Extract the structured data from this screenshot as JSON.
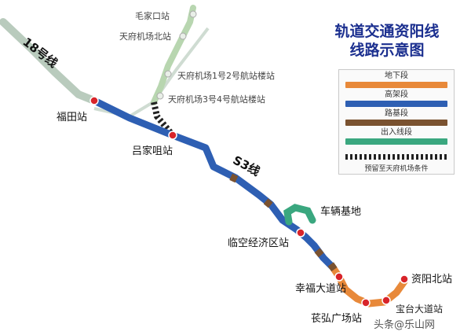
{
  "title": {
    "line1": "轨道交通资阳线",
    "line2": "线路示意图"
  },
  "legend": {
    "items": [
      {
        "label": "地下段",
        "color": "#e8893a"
      },
      {
        "label": "高架段",
        "color": "#2e5fb3"
      },
      {
        "label": "路基段",
        "color": "#7a5230"
      },
      {
        "label": "出入线段",
        "color": "#3aa77f"
      }
    ],
    "dashed_label": "预留至天府机场条件"
  },
  "lines": {
    "line18": "18号线",
    "lineS3": "S3线"
  },
  "stations": {
    "maojiakou": "毛家口站",
    "airport_north": "天府机场北站",
    "airport_t12": "天府机场1号2号航站楼站",
    "airport_t34": "天府机场3号4号航站楼站",
    "futian": "福田站",
    "lvjiaju": "吕家咀站",
    "depot": "车辆基地",
    "linkong": "临空经济区站",
    "xingfu": "幸福大道站",
    "chonghong": "苌弘广场站",
    "baotai": "宝台大道站",
    "ziyang_north": "资阳北站"
  },
  "watermark": "头条@乐山网"
}
